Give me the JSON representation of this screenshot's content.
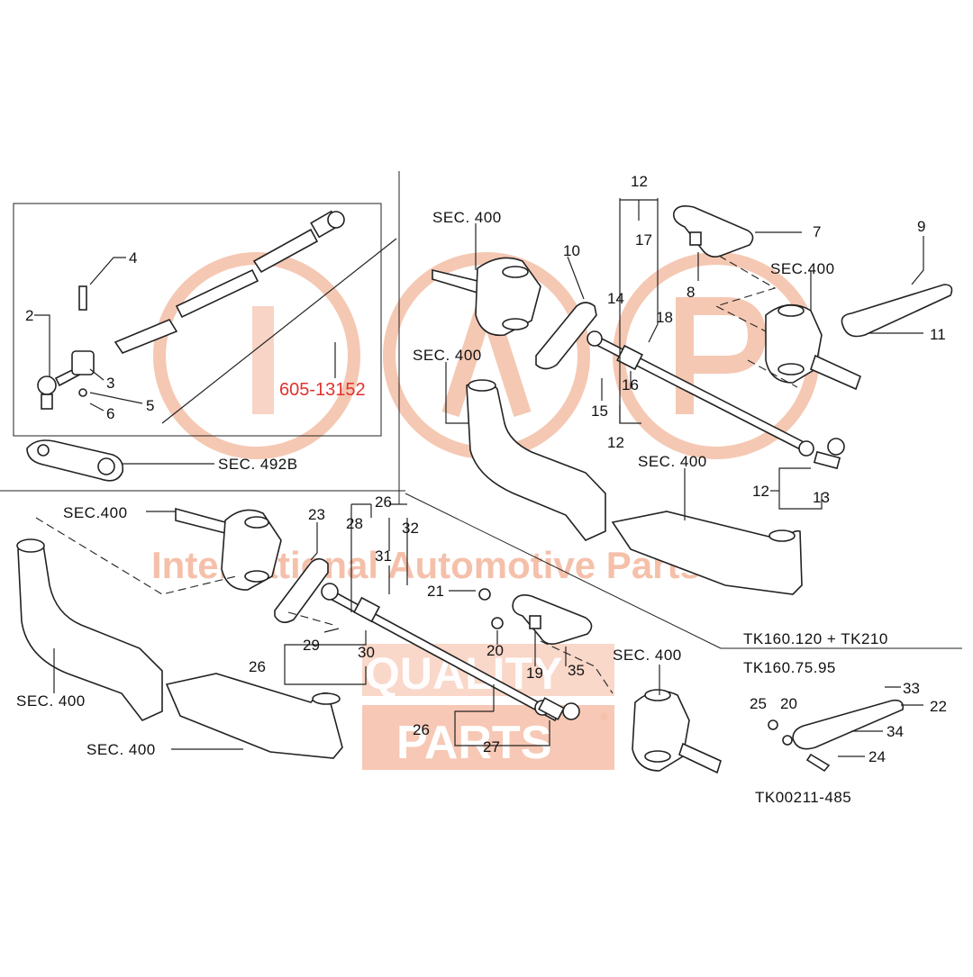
{
  "diagram": {
    "part_number": "605-13152",
    "drawing_code": "TK00211-485",
    "model_note_1": "TK160.120 + TK210",
    "model_note_2": "TK160.75.95",
    "section_labels": {
      "s400": "SEC. 400",
      "s400_compact": "SEC.400",
      "s492b": "SEC. 492B"
    },
    "callouts": [
      "2",
      "3",
      "4",
      "5",
      "6",
      "7",
      "8",
      "9",
      "10",
      "11",
      "12",
      "13",
      "14",
      "15",
      "16",
      "17",
      "18",
      "19",
      "20",
      "21",
      "22",
      "23",
      "24",
      "25",
      "26",
      "27",
      "28",
      "29",
      "30",
      "31",
      "32",
      "33",
      "34",
      "35"
    ]
  },
  "watermark": {
    "brand_line": "International Automotive Parts",
    "quality": "QUALITY",
    "parts": "PARTS",
    "registered_mark": "®",
    "color": "#f4b69c"
  }
}
